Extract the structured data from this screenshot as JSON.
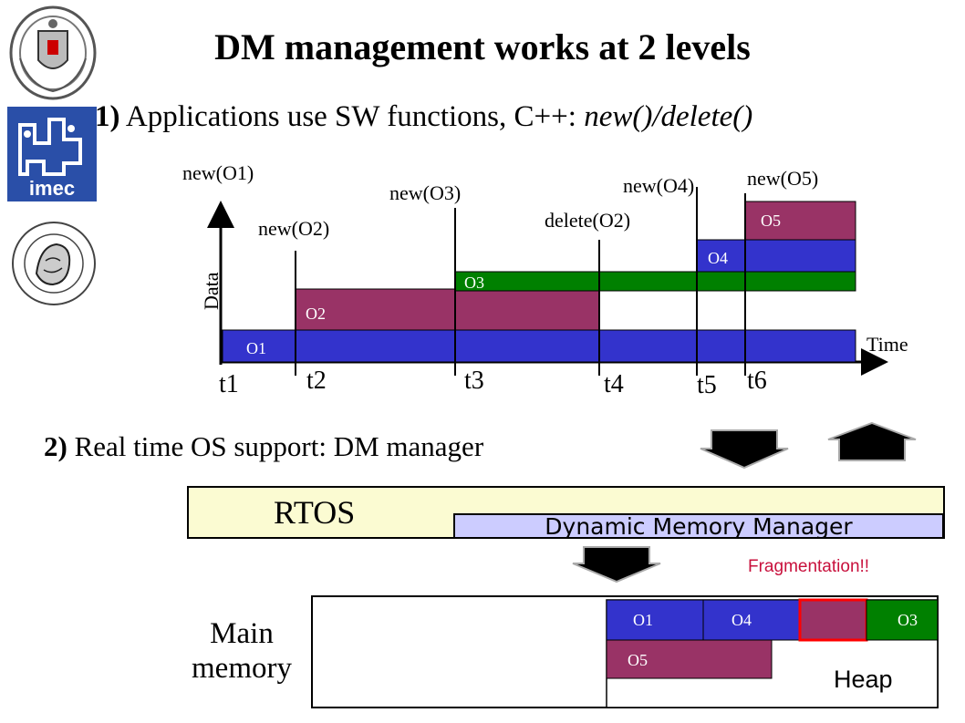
{
  "title": "DM management works at 2 levels",
  "section1": {
    "num": "1)",
    "text": " Applications use SW functions, C++: ",
    "italic": "new()/delete()"
  },
  "section2": {
    "num": "2)",
    "text": " Real time OS support: DM manager"
  },
  "timeline": {
    "y_axis_label": "Data",
    "x_axis_label": "Time",
    "events": [
      "new(O1)",
      "new(O2)",
      "new(O3)",
      "delete(O2)",
      "new(O4)",
      "new(O5)"
    ],
    "ticks": [
      "t1",
      "t2",
      "t3",
      "t4",
      "t5",
      "t6"
    ],
    "objects": [
      "O1",
      "O2",
      "O3",
      "O4",
      "O5"
    ]
  },
  "rtos": {
    "label": "RTOS",
    "manager": "Dynamic Memory Manager"
  },
  "memory": {
    "label_line1": "Main",
    "label_line2": "memory",
    "fragmentation": "Fragmentation!!",
    "heap": "Heap",
    "blocks": [
      "O1",
      "O4",
      "O3",
      "O5"
    ]
  },
  "colors": {
    "blue": "#3333cc",
    "maroon": "#993366",
    "green": "#008000",
    "red": "#ff0000"
  },
  "logos": [
    "ucm-seal-logo",
    "imec-logo",
    "duth-seal-logo"
  ]
}
